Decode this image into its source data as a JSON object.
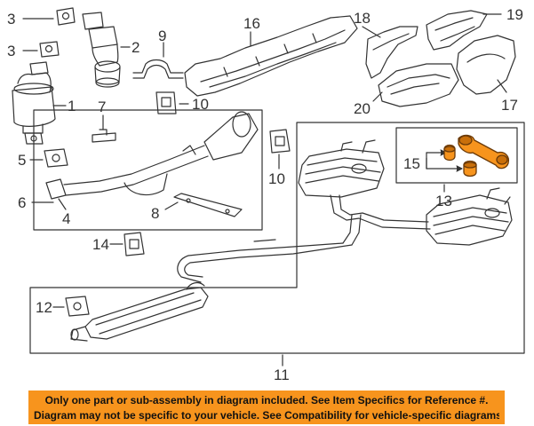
{
  "diagram": {
    "callouts": {
      "c1": "1",
      "c2": "2",
      "c3a": "3",
      "c3b": "3",
      "c4": "4",
      "c5": "5",
      "c6": "6",
      "c7": "7",
      "c8": "8",
      "c9": "9",
      "c10a": "10",
      "c10b": "10",
      "c11": "11",
      "c12": "12",
      "c13": "13",
      "c14": "14",
      "c15": "15",
      "c16": "16",
      "c17": "17",
      "c18": "18",
      "c19": "19",
      "c20": "20"
    },
    "highlight_color": "#f7941d"
  },
  "banner": {
    "line1": "Only one part or sub-assembly in diagram included. See Item Specifics for Reference #.",
    "line2": "Diagram may not be specific to your vehicle. See Compatibility for vehicle-specific diagrams.",
    "background_color": "#f7941d"
  }
}
